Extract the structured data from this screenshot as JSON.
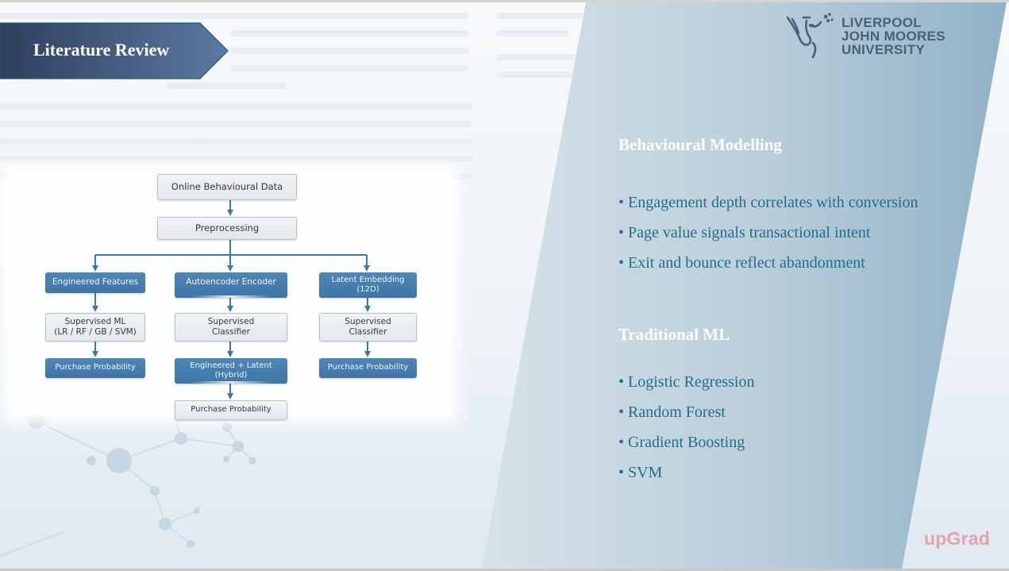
{
  "slide": {
    "title": "Literature Review",
    "logo": {
      "icon": "liver-bird-icon",
      "lines": [
        "LIVERPOOL",
        "JOHN MOORES",
        "UNIVERSITY"
      ]
    },
    "sections": [
      {
        "heading": "Behavioural Modelling",
        "bullets": [
          "Engagement depth correlates with conversion",
          "Page value signals transactional intent",
          "Exit and bounce reflect abandonment"
        ]
      },
      {
        "heading": "Traditional ML",
        "bullets": [
          "Logistic Regression",
          "Random Forest",
          "Gradient Boosting",
          "SVM"
        ]
      }
    ],
    "bullet_char": "•",
    "footer_brand": "upGrad"
  },
  "flowchart": {
    "root": "Online Behavioural Data",
    "preprocessing": "Preprocessing",
    "columns": [
      {
        "feature": "Engineered Features",
        "model": [
          "Supervised ML",
          "(LR / RF / GB / SVM)"
        ],
        "output": "Purchase Probability"
      },
      {
        "feature": "Autoencoder Encoder",
        "model": [
          "Supervised",
          "Classifier"
        ],
        "hybrid": [
          "Engineered + Latent",
          "(Hybrid)"
        ],
        "output": "Purchase Probability"
      },
      {
        "feature": [
          "Latent Embedding",
          "(12D)"
        ],
        "model": [
          "Supervised",
          "Classifier"
        ],
        "output": "Purchase Probability"
      }
    ]
  },
  "colors": {
    "banner_dark": "#2e3f5c",
    "banner_light": "#5a77a0",
    "panel_light": "#d3dfe6",
    "panel_dark": "#8fb1c6",
    "bullet_text": "#1f6f8f",
    "heading_text": "#ffffff",
    "flow_blue": "#4a80b0",
    "flow_grey": "#e8ebee",
    "upgrad": "#e3a3ad"
  }
}
